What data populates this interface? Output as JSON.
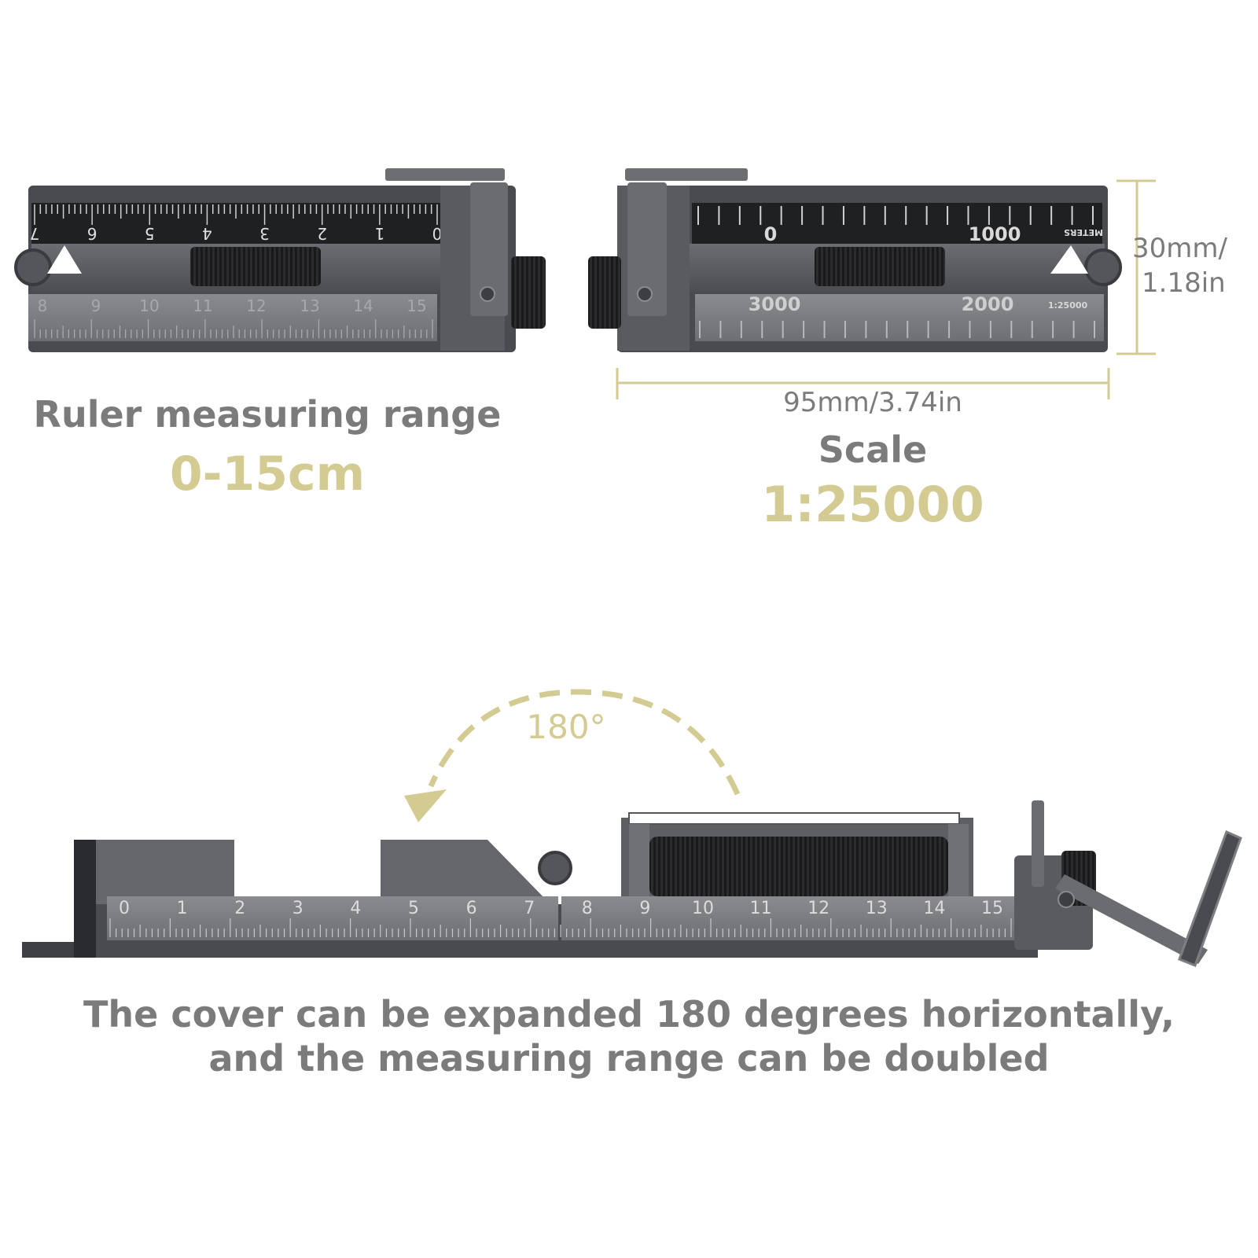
{
  "top_left": {
    "label": "Ruler measuring range",
    "value": "0-15cm",
    "scale_top_numbers": [
      "7",
      "6",
      "5",
      "4",
      "3",
      "2",
      "1",
      "0"
    ],
    "scale_bottom_numbers": [
      "8",
      "9",
      "10",
      "11",
      "12",
      "13",
      "14",
      "15"
    ]
  },
  "top_right": {
    "height_line1": "30mm/",
    "height_line2": "1.18in",
    "width_label": "95mm/3.74in",
    "scale_label": "Scale",
    "scale_value": "1:25000",
    "map_top_numbers": [
      "0",
      "1000"
    ],
    "map_top_unit": "METERS",
    "map_bottom_numbers": [
      "3000",
      "2000"
    ],
    "map_bottom_ratio": "1:25000"
  },
  "bottom": {
    "rotation_label": "180°",
    "caption_line1": "The cover can be expanded 180 degrees horizontally,",
    "caption_line2": "and the measuring range can be doubled",
    "ruler_numbers": [
      "0",
      "1",
      "2",
      "3",
      "4",
      "5",
      "6",
      "7",
      "8",
      "9",
      "10",
      "11",
      "12",
      "13",
      "14",
      "15"
    ]
  },
  "colors": {
    "accent_gold": "#d3cb92",
    "caption_grey": "#7b7b7b",
    "metal_dark": "#3f4043",
    "metal_mid": "#606166",
    "metal_light": "#7b7c80",
    "scale_black": "#1f2022"
  }
}
